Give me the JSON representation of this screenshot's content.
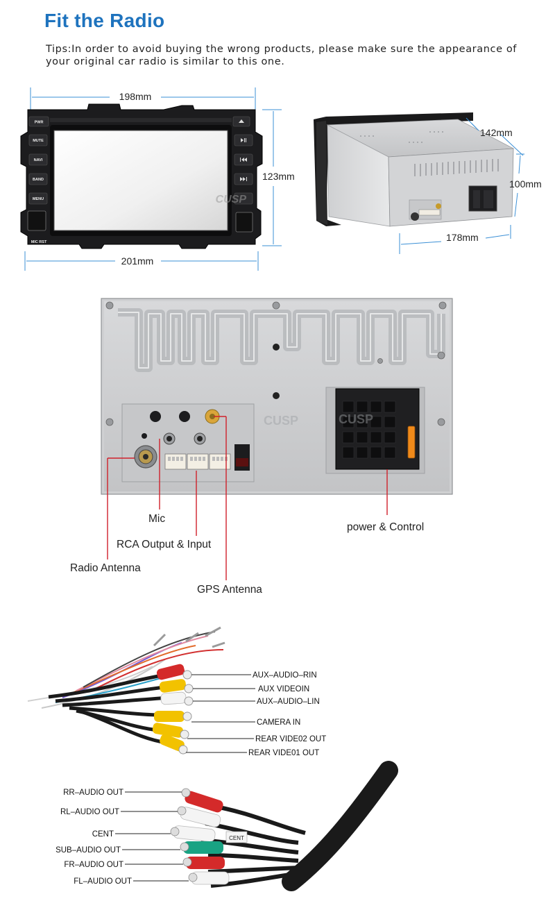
{
  "header": {
    "title": "Fit the Radio",
    "tips": "Tips:In order to avoid buying the wrong products, please make sure the appearance of your original car radio is similar to this one."
  },
  "front_view": {
    "width_top": "198mm",
    "width_bottom": "201mm",
    "height": "123mm",
    "buttons_left": [
      "MUTE",
      "NAVI",
      "BAND",
      "MENU"
    ],
    "power_label": "PWR",
    "bottom_labels": "MIC RST",
    "watermark": "CUSP"
  },
  "side_view": {
    "depth_top": "142mm",
    "height": "100mm",
    "depth_bottom": "178mm"
  },
  "rear_panel": {
    "watermark": "CUSP",
    "callouts": {
      "mic": "Mic",
      "rca": "RCA Output & Input",
      "radio_antenna": "Radio Antenna",
      "gps_antenna": "GPS Antenna",
      "power_control": "power & Control"
    }
  },
  "harness_top": {
    "labels": [
      "AUX–AUDIO–RIN",
      "AUX VIDEOIN",
      "AUX–AUDIO–LIN",
      "CAMERA IN",
      "REAR VIDE02 OUT",
      "REAR VIDE01 OUT"
    ]
  },
  "harness_bottom": {
    "labels": [
      "RR–AUDIO OUT",
      "RL–AUDIO OUT",
      "CENT",
      "SUB–AUDIO OUT",
      "FR–AUDIO OUT",
      "FL–AUDIO OUT"
    ],
    "cent_tag": "CENT"
  },
  "colors": {
    "title_blue": "#1e73be",
    "dimension_blue": "#3a8fd6",
    "callout_red": "#d0202a",
    "rca_yellow": "#f2c200",
    "rca_red": "#d42a2a",
    "rca_white": "#f4f4f4",
    "rca_green": "#19a383"
  }
}
